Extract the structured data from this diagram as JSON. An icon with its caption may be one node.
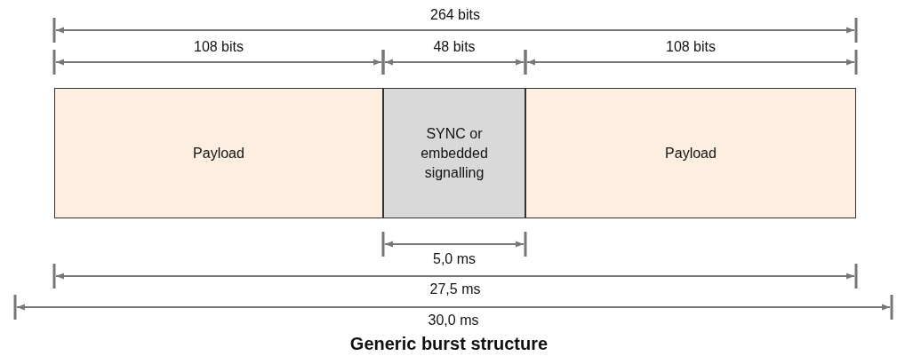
{
  "diagram": {
    "caption": "Generic burst structure",
    "nodes": [
      {
        "text": [
          "Payload"
        ]
      },
      {
        "text": [
          "SYNC or embedded signalling"
        ]
      },
      {
        "text": [
          "Payload"
        ]
      }
    ],
    "labels": [
      "264 bits",
      "108 bits",
      "48 bits",
      "108 bits",
      "5,0 ms",
      "27,5 ms",
      "30,0 ms"
    ]
  }
}
